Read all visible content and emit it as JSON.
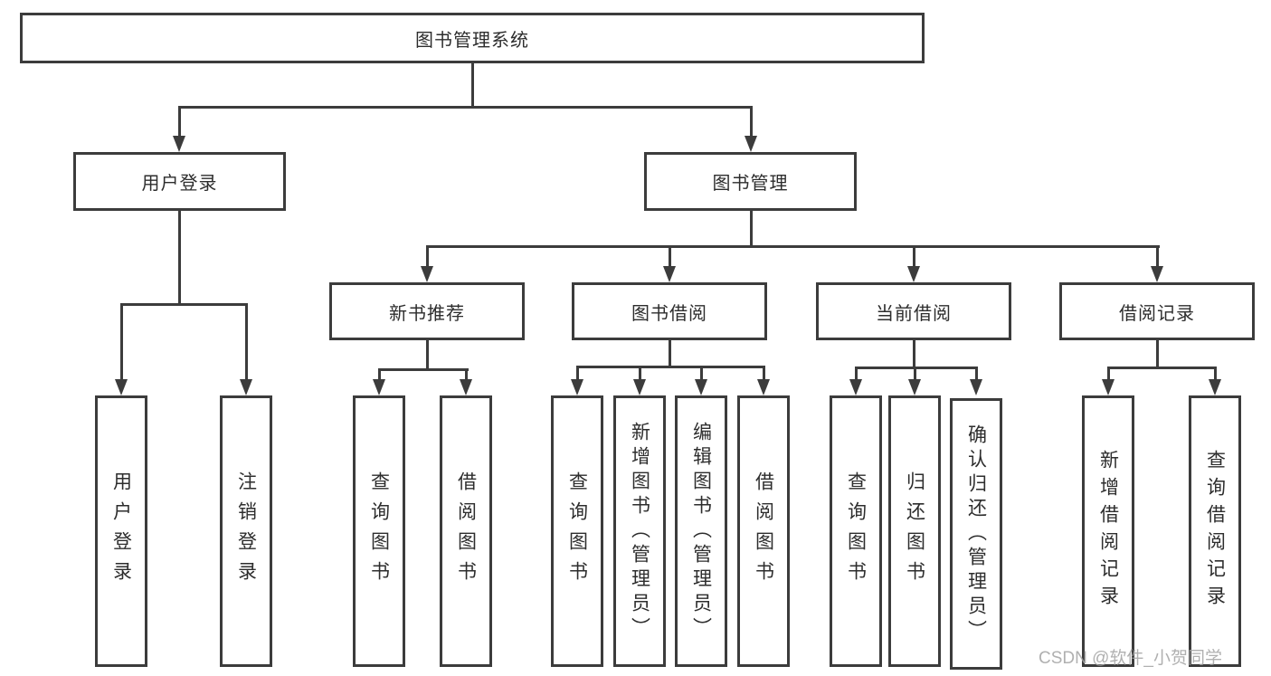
{
  "diagram_title": "图书管理系统",
  "colors": {
    "line": "#3c3c3c",
    "text": "#2d2d2d",
    "watermark": "#a3a3a3",
    "background": "#ffffff"
  },
  "watermark": {
    "text": "CSDN @软件_小贺同学"
  },
  "tree": {
    "root": {
      "label": "图书管理系统",
      "children": [
        {
          "label": "用户登录",
          "children": [
            {
              "label": "用户登录"
            },
            {
              "label": "注销登录"
            }
          ]
        },
        {
          "label": "图书管理",
          "children": [
            {
              "label": "新书推荐",
              "children": [
                {
                  "label": "查询图书"
                },
                {
                  "label": "借阅图书"
                }
              ]
            },
            {
              "label": "图书借阅",
              "children": [
                {
                  "label": "查询图书"
                },
                {
                  "label": "新增图书（管理员）"
                },
                {
                  "label": "编辑图书（管理员）"
                },
                {
                  "label": "借阅图书"
                }
              ]
            },
            {
              "label": "当前借阅",
              "children": [
                {
                  "label": "查询图书"
                },
                {
                  "label": "归还图书"
                },
                {
                  "label": "确认归还（管理员）"
                }
              ]
            },
            {
              "label": "借阅记录",
              "children": [
                {
                  "label": "新增借阅记录"
                },
                {
                  "label": "查询借阅记录"
                }
              ]
            }
          ]
        }
      ]
    }
  }
}
